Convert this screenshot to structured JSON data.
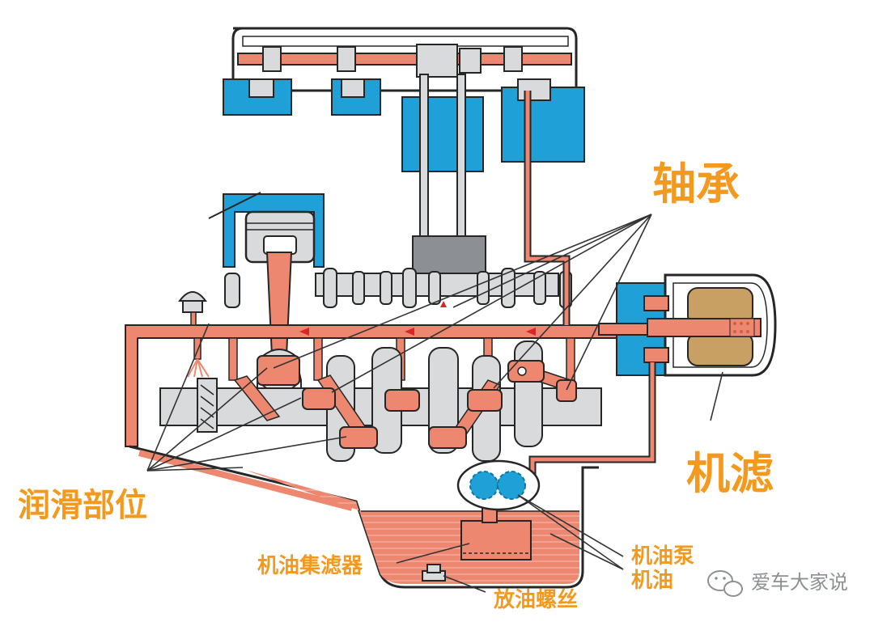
{
  "labels": {
    "bearing": "轴承",
    "oil_filter": "机滤",
    "lubrication_points": "润滑部位",
    "oil_strainer": "机油集滤器",
    "oil_pump": "机油泵",
    "oil": "机油",
    "drain_plug": "放油螺丝"
  },
  "watermark": {
    "text": "爱车大家说",
    "icon": "wechat-icon"
  },
  "colors": {
    "label": "#F39A1E",
    "oil": "#EE8770",
    "oil_dark": "#C96048",
    "engine_blue": "#1FA1D8",
    "engine_blue_dark": "#0B78A8",
    "metal": "#D8DADC",
    "metal_dark": "#8C9094",
    "filter_element": "#C9A064",
    "outline": "#262626",
    "leader": "#333333"
  }
}
